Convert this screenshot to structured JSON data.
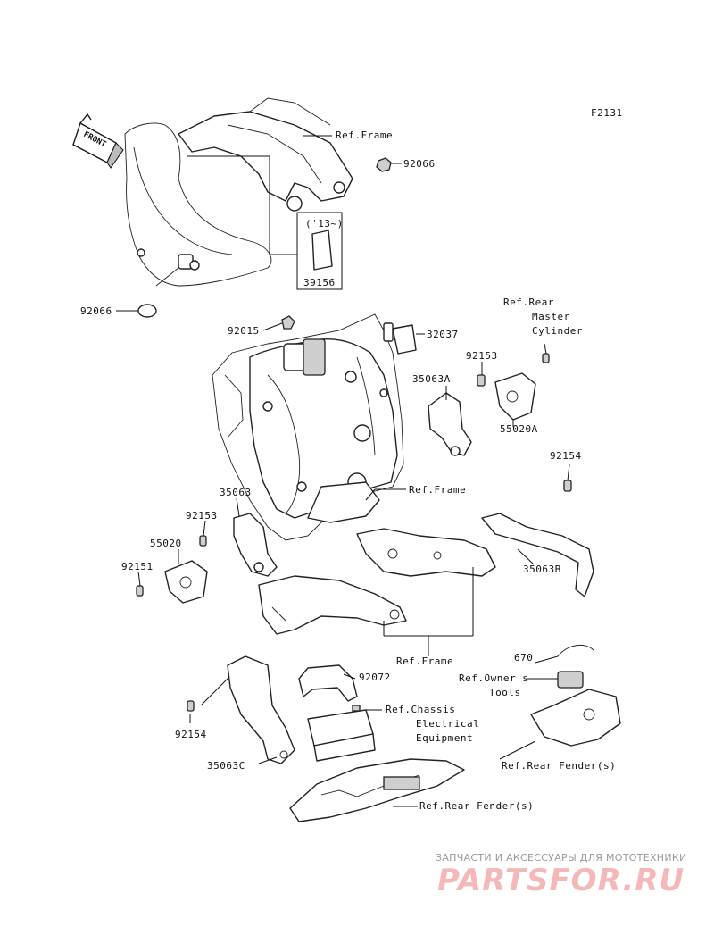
{
  "diagram_code": "F2131",
  "front_arrow": "FRONT",
  "year_label": "('13~)",
  "labels": {
    "ref_frame_top": "Ref.Frame",
    "p92066_right": "92066",
    "p92066_left": "92066",
    "p39156": "39156",
    "p92015": "92015",
    "p32037": "32037",
    "ref_rear_master_1": "Ref.Rear",
    "ref_rear_master_2": "Master",
    "ref_rear_master_3": "Cylinder",
    "p92153_right": "92153",
    "p35063a": "35063A",
    "p55020a": "55020A",
    "p92154_right": "92154",
    "ref_frame_mid": "Ref.Frame",
    "p35063": "35063",
    "p92153_left": "92153",
    "p55020": "55020",
    "p92151": "92151",
    "p35063b": "35063B",
    "ref_frame_low": "Ref.Frame",
    "p670": "670",
    "ref_owner_1": "Ref.Owner's",
    "ref_owner_2": "Tools",
    "p92072": "92072",
    "ref_chassis_1": "Ref.Chassis",
    "ref_chassis_2": "Electrical",
    "ref_chassis_3": "Equipment",
    "p92154_left": "92154",
    "p35063c": "35063C",
    "ref_rear_fender_right": "Ref.Rear Fender(s)",
    "ref_rear_fender_bottom": "Ref.Rear Fender(s)"
  },
  "watermark": {
    "tagline": "ЗАПЧАСТИ И АКСЕССУАРЫ ДЛЯ МОТОТЕХНИКИ",
    "logo": "PARTSFOR.RU",
    "color": "#f4b8b8"
  }
}
